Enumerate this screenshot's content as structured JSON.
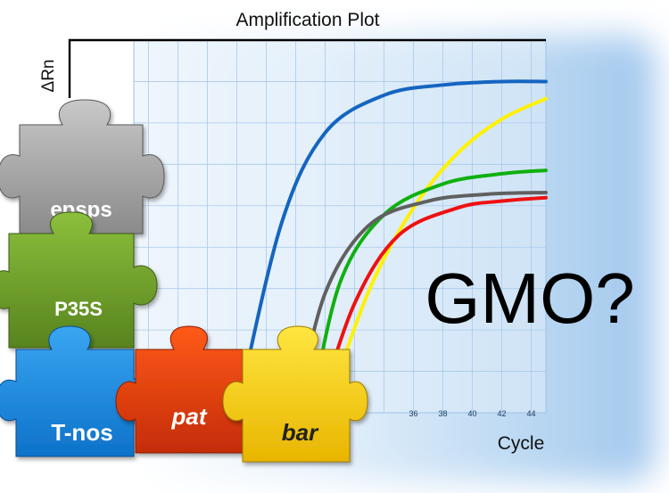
{
  "chart_data": {
    "type": "line",
    "title": "Amplification Plot",
    "xlabel": "Cycle",
    "ylabel": "ΔRn",
    "xlim": [
      17,
      45
    ],
    "ylim": [
      0,
      1
    ],
    "visible_ticks": [
      36,
      38,
      40,
      42,
      44
    ],
    "grid": true,
    "series": [
      {
        "color": "#1565C0",
        "x": [
          24,
          27,
          30,
          34,
          38,
          42,
          45
        ],
        "y": [
          0.0,
          0.55,
          0.82,
          0.93,
          0.96,
          0.97,
          0.97
        ]
      },
      {
        "color": "#FFF200",
        "x": [
          30,
          33,
          36,
          39,
          42,
          45
        ],
        "y": [
          0.0,
          0.36,
          0.6,
          0.76,
          0.86,
          0.92
        ]
      },
      {
        "color": "#10B010",
        "x": [
          29,
          31,
          34,
          38,
          42,
          45
        ],
        "y": [
          0.0,
          0.38,
          0.58,
          0.67,
          0.7,
          0.71
        ]
      },
      {
        "color": "#606060",
        "x": [
          28,
          30,
          33,
          37,
          41,
          45
        ],
        "y": [
          0.0,
          0.35,
          0.55,
          0.62,
          0.64,
          0.645
        ]
      },
      {
        "color": "#EE1111",
        "x": [
          29.5,
          32,
          35,
          39,
          42,
          45
        ],
        "y": [
          0.0,
          0.32,
          0.52,
          0.6,
          0.62,
          0.63
        ]
      }
    ]
  },
  "overlay_text": "GMO?",
  "puzzle": {
    "pieces": [
      {
        "label": "epsps",
        "italic": false,
        "color": "#8a8a8a",
        "color_light": "#c8c8c8"
      },
      {
        "label": "P35S",
        "italic": false,
        "color": "#4f7a1a",
        "color_light": "#8cbf3c"
      },
      {
        "label": "T-nos",
        "italic": false,
        "color": "#0d72c9",
        "color_light": "#3aa6f2"
      },
      {
        "label": "pat",
        "italic": true,
        "color": "#c42c06",
        "color_light": "#ff5a1a"
      },
      {
        "label": "bar",
        "italic": true,
        "color": "#e8b500",
        "color_light": "#ffe640"
      }
    ]
  }
}
